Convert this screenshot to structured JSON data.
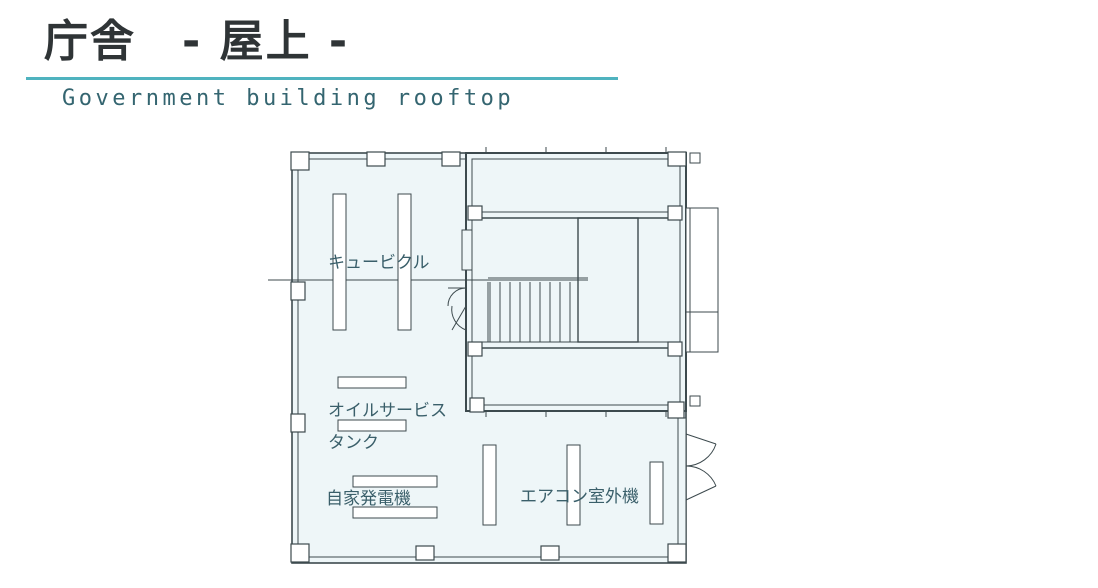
{
  "header": {
    "title": "庁舎　- 屋上 -",
    "subtitle": "Government building rooftop",
    "accent_color": "#4fb3bf"
  },
  "plan": {
    "fill_color": "#eef6f8",
    "line_color": "#3d4a4e",
    "labels": {
      "cubicle": "キュービクル",
      "oil_tank_line1": "オイルサービス",
      "oil_tank_line2": "タンク",
      "generator": "自家発電機",
      "ac_outdoor": "エアコン室外機"
    }
  }
}
